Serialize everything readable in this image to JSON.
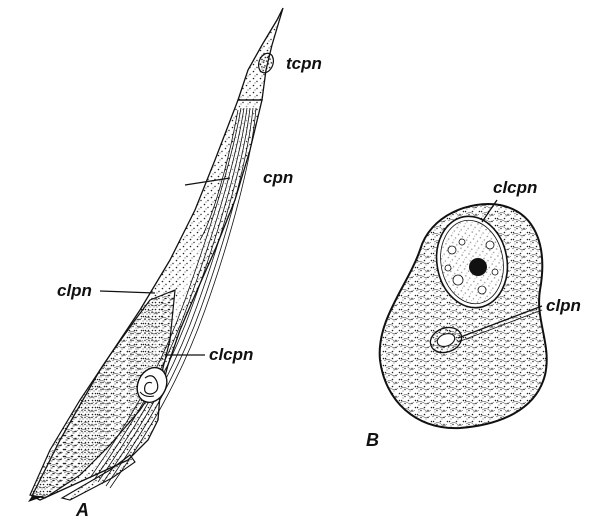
{
  "figure_a": {
    "panel_letter": "A",
    "labels": {
      "tcpn": "tcpn",
      "cpn": "cpn",
      "clpn": "clpn",
      "clcpn": "clcpn"
    }
  },
  "figure_b": {
    "panel_letter": "B",
    "labels": {
      "clcpn": "clcpn",
      "clpn": "clpn"
    }
  },
  "colors": {
    "ink": "#111111",
    "stipple": "#222222",
    "background": "#ffffff"
  }
}
